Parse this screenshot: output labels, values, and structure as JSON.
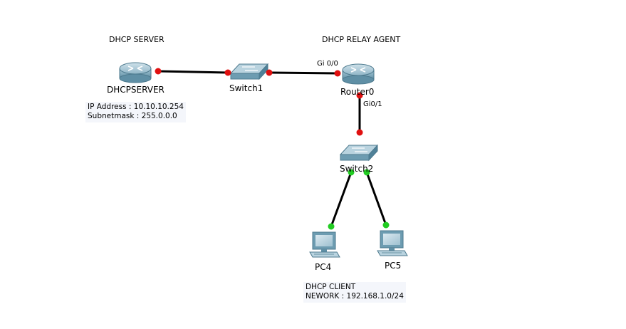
{
  "annotations": {
    "server_title": "DHCP SERVER",
    "relay_title": "DHCP RELAY AGENT",
    "server_info": [
      "IP Address : 10.10.10.254",
      "Subnetmask : 255.0.0.0"
    ],
    "client_info": [
      "DHCP CLIENT",
      "NEWORK : 192.168.1.0/24"
    ]
  },
  "devices": {
    "dhcp_server": {
      "label": "DHCPSERVER",
      "icon": "router-icon"
    },
    "switch1": {
      "label": "Switch1",
      "icon": "switch-icon"
    },
    "router0": {
      "label": "Router0",
      "icon": "router-icon"
    },
    "switch2": {
      "label": "Switch2",
      "icon": "switch-icon"
    },
    "pc4": {
      "label": "PC4",
      "icon": "pc-icon"
    },
    "pc5": {
      "label": "PC5",
      "icon": "pc-icon"
    }
  },
  "ports": {
    "router_gi00": "Gi 0/0",
    "router_gi01": "Gi0/1"
  },
  "colors": {
    "link": "#000000",
    "port_down": "#e01010",
    "port_up": "#22cc22",
    "device": "#7da9bd"
  }
}
